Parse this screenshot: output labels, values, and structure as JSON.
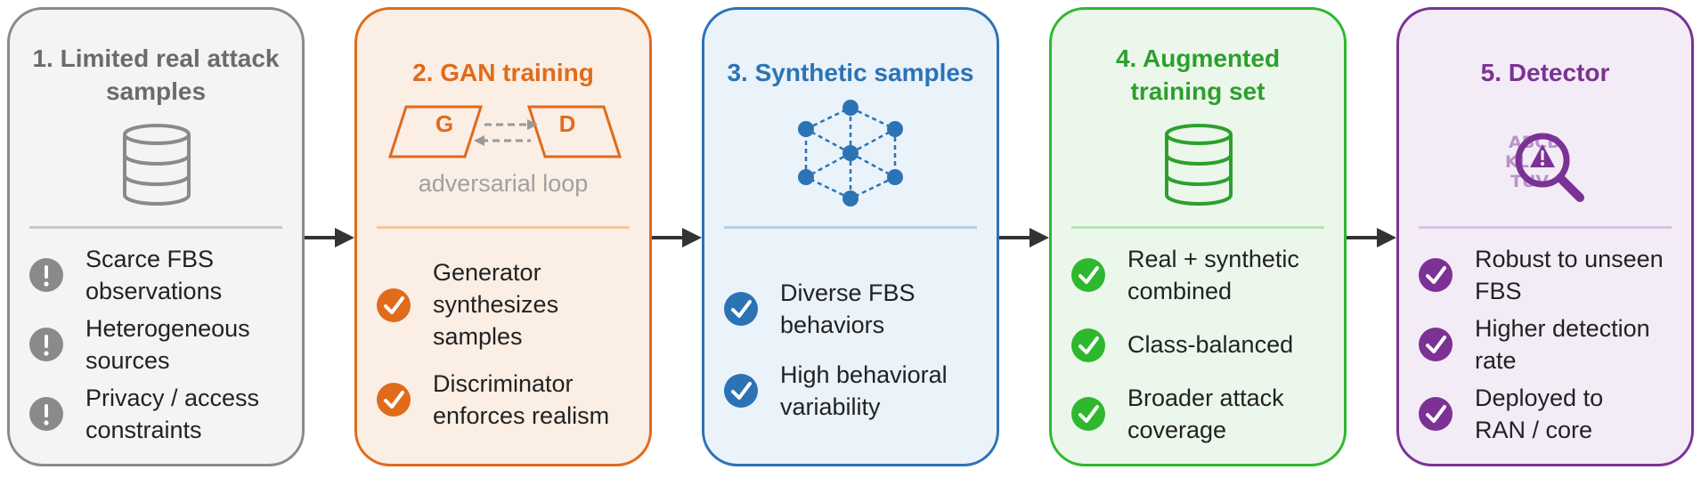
{
  "colors": {
    "gray": "#8a8a8a",
    "orange": "#e06b1b",
    "blue": "#2b73b5",
    "green": "#2eb82e",
    "purple": "#7b3294"
  },
  "stages": [
    {
      "title": "1. Limited real attack\nsamples",
      "icon": "database-icon",
      "bullet_icon": "exclamation-icon",
      "items": [
        "Scarce FBS\nobservations",
        "Heterogeneous\nsources",
        "Privacy / access\nconstraints"
      ]
    },
    {
      "title": "2. GAN training",
      "icon": "gan-loop-icon",
      "generator_label": "G",
      "discriminator_label": "D",
      "loop_label": "adversarial loop",
      "bullet_icon": "check-icon",
      "items": [
        "Generator\nsynthesizes\nsamples",
        "Discriminator\nenforces realism"
      ]
    },
    {
      "title": "3. Synthetic samples",
      "icon": "network-cube-icon",
      "bullet_icon": "check-icon",
      "items": [
        "Diverse FBS\nbehaviors",
        "High behavioral\nvariability"
      ]
    },
    {
      "title": "4. Augmented\ntraining set",
      "icon": "database-icon",
      "bullet_icon": "check-icon",
      "items": [
        "Real + synthetic\ncombined",
        "Class-balanced",
        "Broader attack\ncoverage"
      ]
    },
    {
      "title": "5. Detector",
      "icon": "detector-magnifier-icon",
      "bullet_icon": "check-icon",
      "items": [
        "Robust to unseen\nFBS",
        "Higher detection\nrate",
        "Deployed to\nRAN / core"
      ]
    }
  ]
}
